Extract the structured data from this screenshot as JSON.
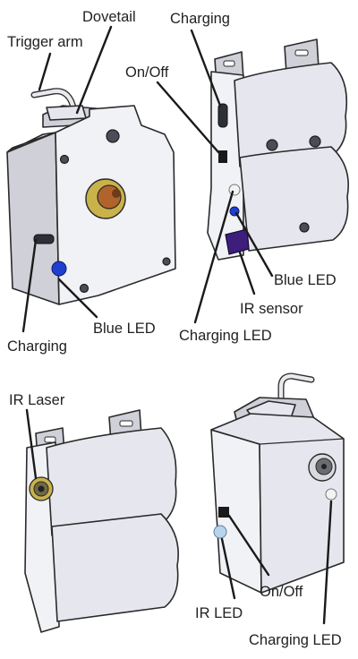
{
  "labels": {
    "trigger_arm": "Trigger arm",
    "dovetail": "Dovetail",
    "charging_top": "Charging",
    "on_off_top": "On/Off",
    "blue_led_right": "Blue LED",
    "ir_sensor": "IR sensor",
    "charging_led_top": "Charging LED",
    "charging_left": "Charging",
    "blue_led_left": "Blue LED",
    "ir_laser": "IR Laser",
    "on_off_bottom": "On/Off",
    "ir_led": "IR LED",
    "charging_led_bottom": "Charging LED"
  },
  "colors": {
    "body": "#e6e7ee",
    "blue_led": "#1f3fd0",
    "ir_sensor": "#3d1e7a",
    "brass": "#c9b24a",
    "copper": "#b0642c",
    "charging_led": "#f3f3f3",
    "ir_led": "#b8d4ec"
  }
}
